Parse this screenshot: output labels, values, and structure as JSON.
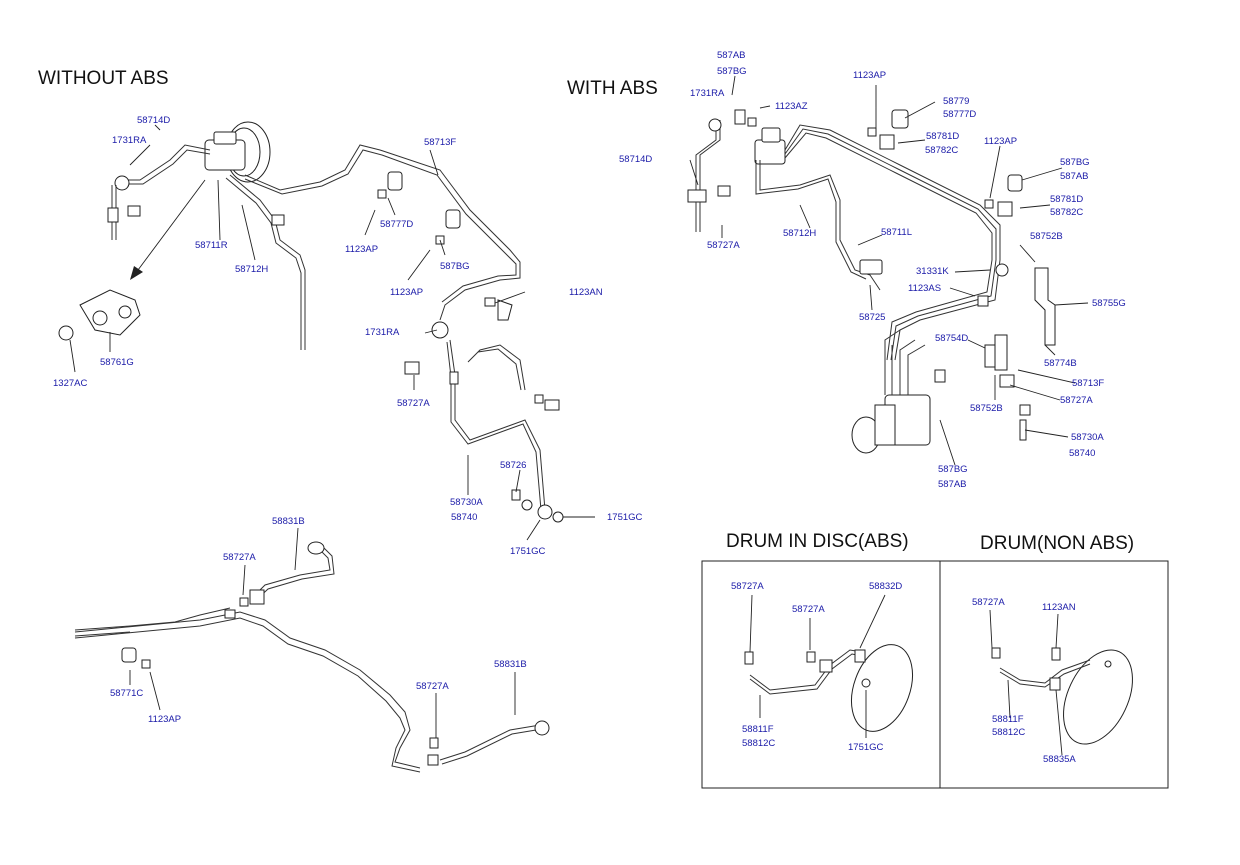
{
  "headings": {
    "without_abs": "WITHOUT ABS",
    "with_abs": "WITH ABS",
    "drum_in_disc": "DRUM IN DISC(ABS)",
    "drum_non_abs": "DRUM(NON ABS)"
  },
  "labels": {
    "wo_58714D": "58714D",
    "wo_1731RA_a": "1731RA",
    "wo_58711R": "58711R",
    "wo_58712H": "58712H",
    "wo_58713F": "58713F",
    "wo_58777D": "58777D",
    "wo_1123AP_a": "1123AP",
    "wo_587BG": "587BG",
    "wo_1123AP_b": "1123AP",
    "wo_1123AN": "1123AN",
    "wo_1731RA_b": "1731RA",
    "wo_58727A": "58727A",
    "wo_58761G": "58761G",
    "wo_1327AC": "1327AC",
    "wo_58726": "58726",
    "wo_58730A": "58730A",
    "wo_58740": "58740",
    "wo_1751GC_a": "1751GC",
    "wo_1751GC_b": "1751GC",
    "ab_587AB": "587AB",
    "ab_587BG": "587BG",
    "ab_1731RA": "1731RA",
    "ab_1123AZ": "1123AZ",
    "ab_58714D": "58714D",
    "ab_58727A": "58727A",
    "ab_58712H": "58712H",
    "ab_1123AP_a": "1123AP",
    "ab_58779": "58779",
    "ab_58777D": "58777D",
    "ab_58781D_a": "58781D",
    "ab_58782C_a": "58782C",
    "ab_1123AP_b": "1123AP",
    "ab_587BG_b": "587BG",
    "ab_587AB_b": "587AB",
    "ab_58781D_b": "58781D",
    "ab_58782C_b": "58782C",
    "ab_58711L": "58711L",
    "ab_58752B_a": "58752B",
    "ab_31331K": "31331K",
    "ab_1123AS": "1123AS",
    "ab_58755G": "58755G",
    "ab_58725": "58725",
    "ab_58754D": "58754D",
    "ab_58774B": "58774B",
    "ab_58713F": "58713F",
    "ab_58752B_b": "58752B",
    "ab_58727A_b": "58727A",
    "ab_58730A": "58730A",
    "ab_58740": "58740",
    "ab_587BG_c": "587BG",
    "ab_587AB_c": "587AB",
    "rr_58831B_a": "58831B",
    "rr_58727A_a": "58727A",
    "rr_58771C": "58771C",
    "rr_1123AP": "1123AP",
    "rr_58727A_b": "58727A",
    "rr_58831B_b": "58831B",
    "dd_58727A_a": "58727A",
    "dd_58727A_b": "58727A",
    "dd_58832D": "58832D",
    "dd_58811F": "58811F",
    "dd_58812C": "58812C",
    "dd_1751GC": "1751GC",
    "dn_58727A": "58727A",
    "dn_1123AN": "1123AN",
    "dn_58811F": "58811F",
    "dn_58812C": "58812C",
    "dn_58835A": "58835A"
  }
}
